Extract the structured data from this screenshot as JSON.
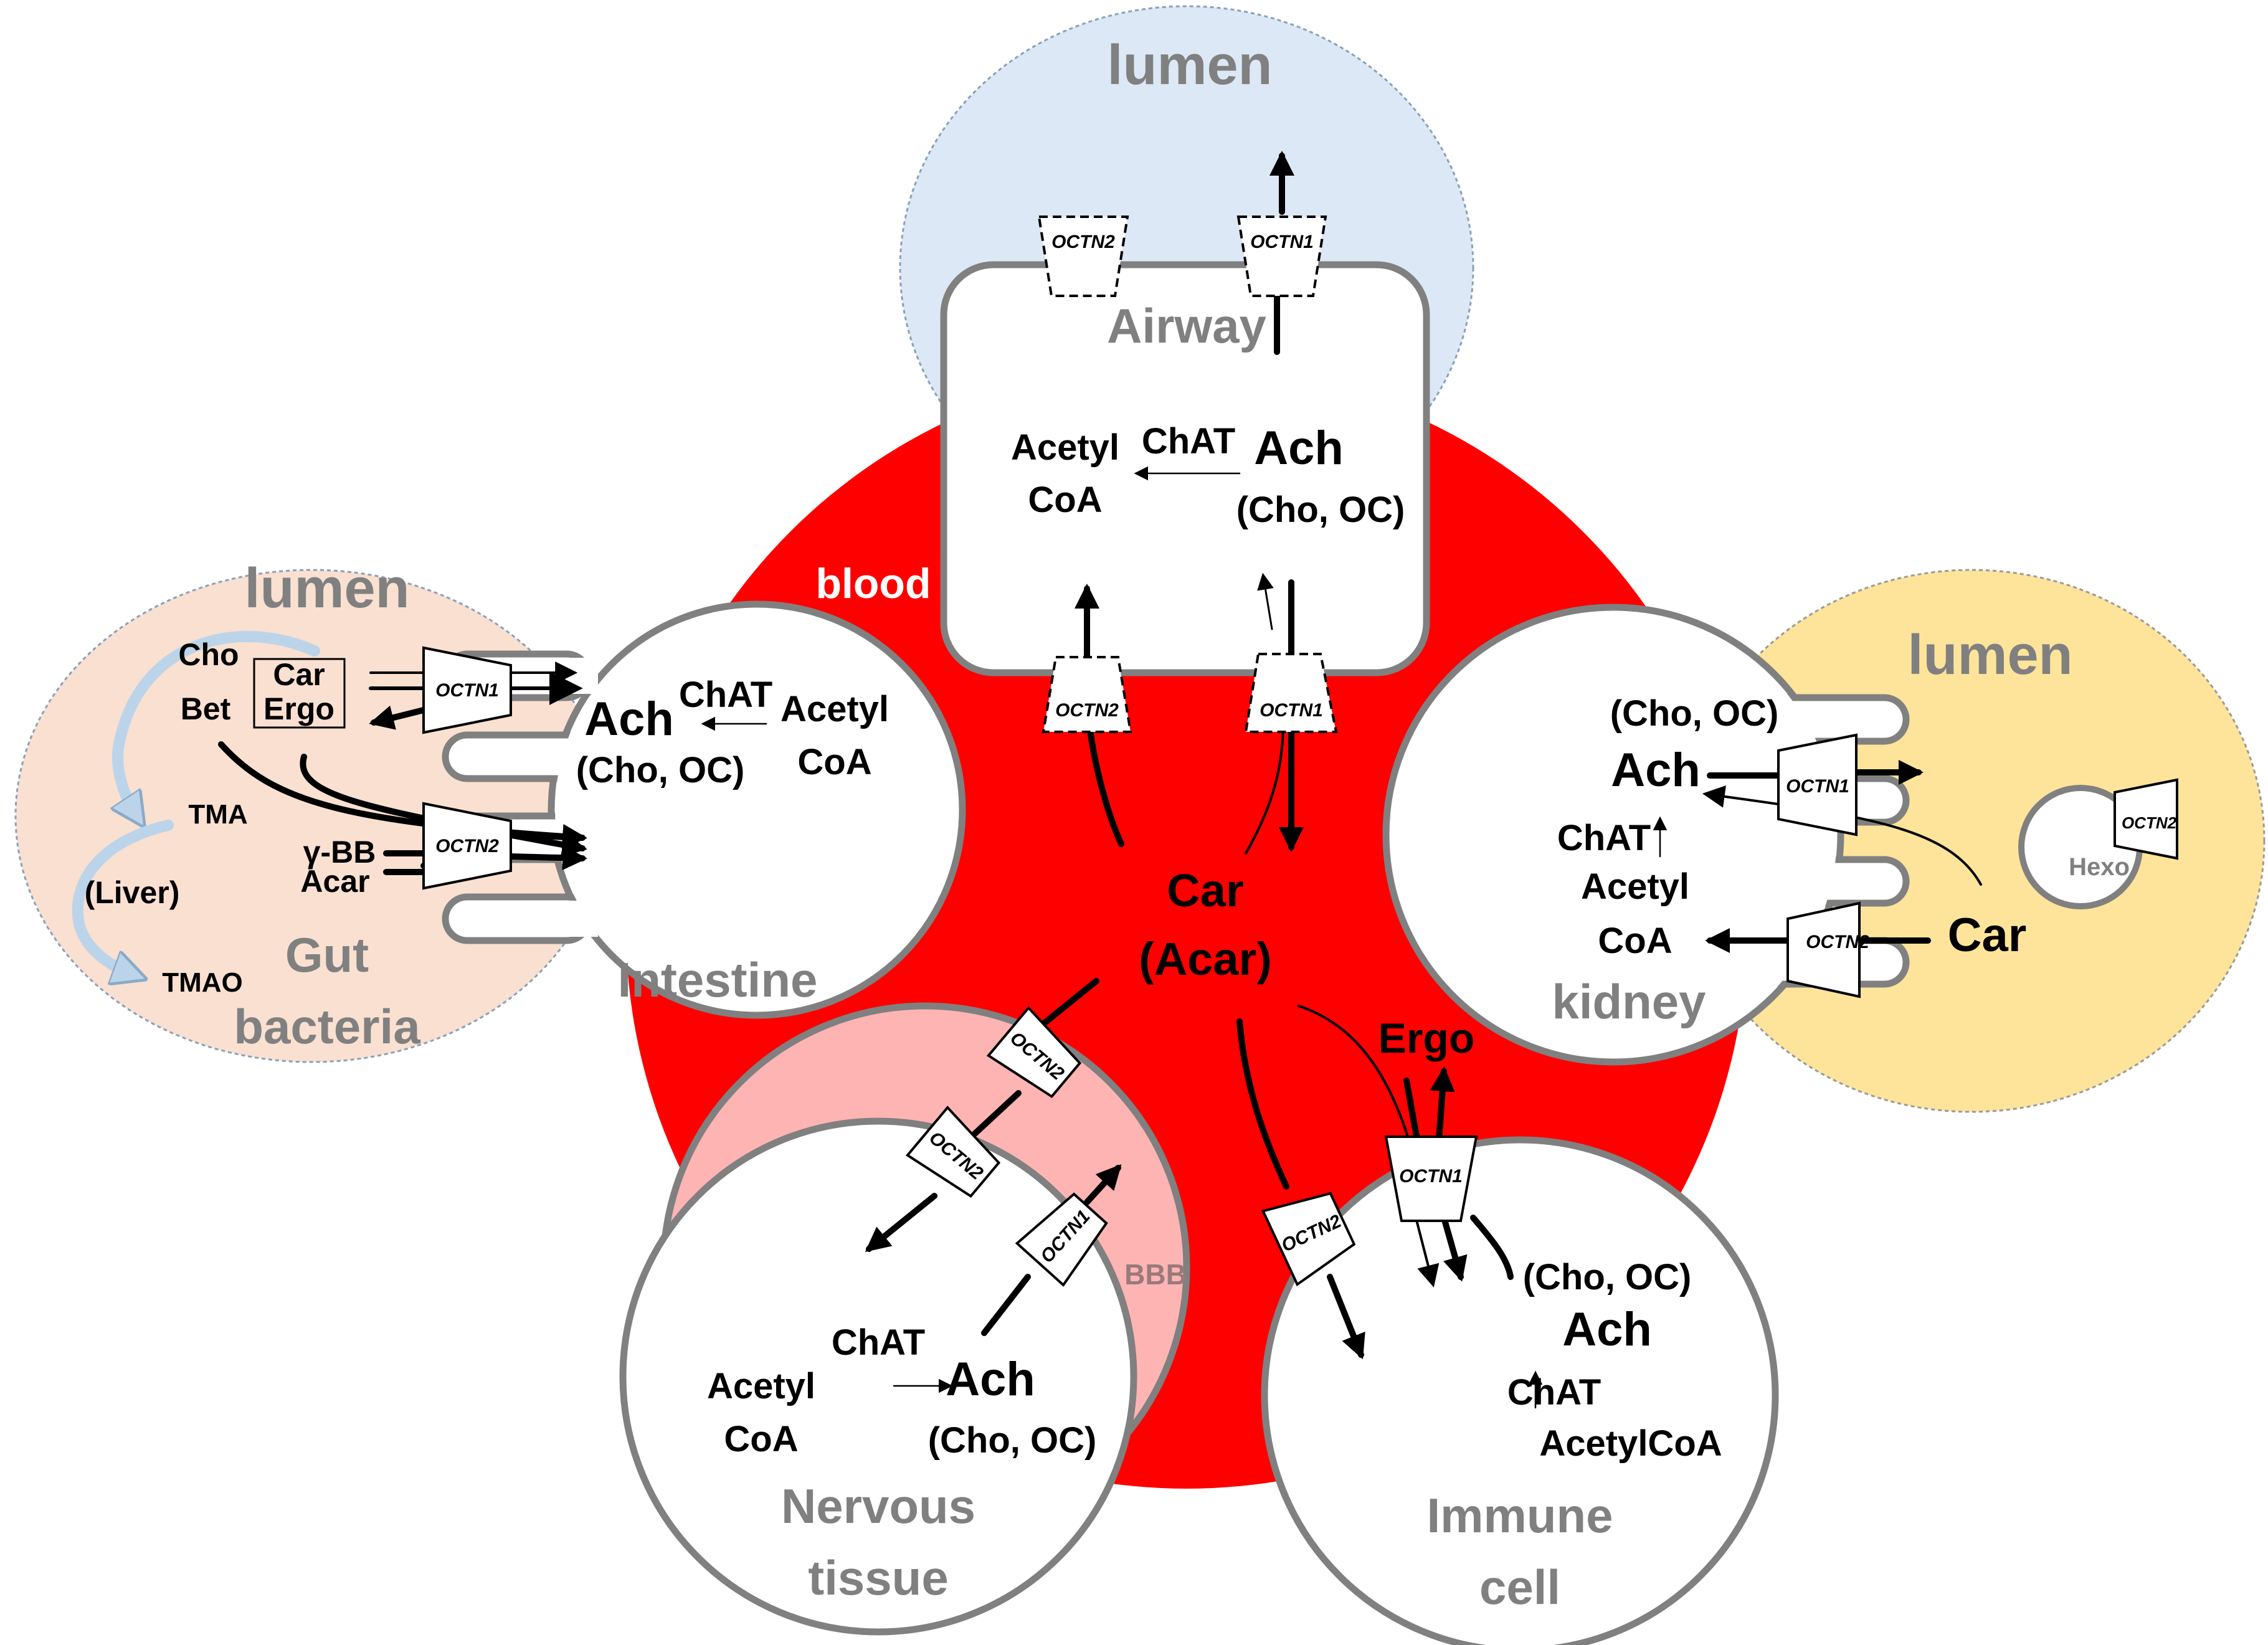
{
  "regions": {
    "airway_lumen": "lumen",
    "gut_lumen": "lumen",
    "kidney_lumen": "lumen",
    "blood": "blood",
    "airway": "Airway",
    "intestine": "Intestine",
    "kidney": "kidney",
    "nervous_line1": "Nervous",
    "nervous_line2": "tissue",
    "immune_line1": "Immune",
    "immune_line2": "cell",
    "gut_line1": "Gut",
    "gut_line2": "bacteria",
    "bbb": "BBB",
    "hexo": "Hexo"
  },
  "blood_center": {
    "line1": "Car",
    "line2": "(Acar)",
    "ergo": "Ergo"
  },
  "airway": {
    "acetyl": "Acetyl",
    "coa": "CoA",
    "chat": "ChAT",
    "ach": "Ach",
    "cho_oc": "(Cho, OC)"
  },
  "intestine": {
    "acetyl": "Acetyl",
    "coa": "CoA",
    "chat": "ChAT",
    "ach": "Ach",
    "cho_oc": "(Cho, OC)"
  },
  "kidney": {
    "cho_oc": "(Cho, OC)",
    "ach": "Ach",
    "chat": "ChAT",
    "acetyl": "Acetyl",
    "coa": "CoA",
    "car": "Car"
  },
  "nervous": {
    "chat": "ChAT",
    "acetyl": "Acetyl",
    "coa": "CoA",
    "ach": "Ach",
    "cho_oc": "(Cho, OC)"
  },
  "immune": {
    "cho_oc": "(Cho, OC)",
    "ach": "Ach",
    "chat": "ChAT",
    "acetylcoa": "AcetylCoA"
  },
  "gut": {
    "cho": "Cho",
    "bet": "Bet",
    "car": "Car",
    "ergo": "Ergo",
    "tma": "TMA",
    "liver": "(Liver)",
    "tmao": "TMAO",
    "gbb": "γ-BB",
    "acar": "Acar"
  },
  "transporters": {
    "airway_apical_octn2": "OCTN2",
    "airway_apical_octn1": "OCTN1",
    "airway_baso_octn2": "OCTN2",
    "airway_baso_octn1": "OCTN1",
    "intestine_octn1": "OCTN1",
    "intestine_octn2": "OCTN2",
    "kidney_octn1": "OCTN1",
    "kidney_octn2": "OCTN2",
    "kidney_hexo_octn2": "OCTN2",
    "bbb_octn2_outer": "OCTN2",
    "bbb_octn2_inner": "OCTN2",
    "bbb_octn1": "OCTN1",
    "immune_octn2": "OCTN2",
    "immune_octn1": "OCTN1"
  },
  "colors": {
    "blood": "#ff0000",
    "airway_lumen": "#dce8f5",
    "gut_lumen": "#f9e0d0",
    "kidney_lumen": "#fde49a",
    "bbb": "#ffb4b4",
    "cell_border": "#808080"
  }
}
